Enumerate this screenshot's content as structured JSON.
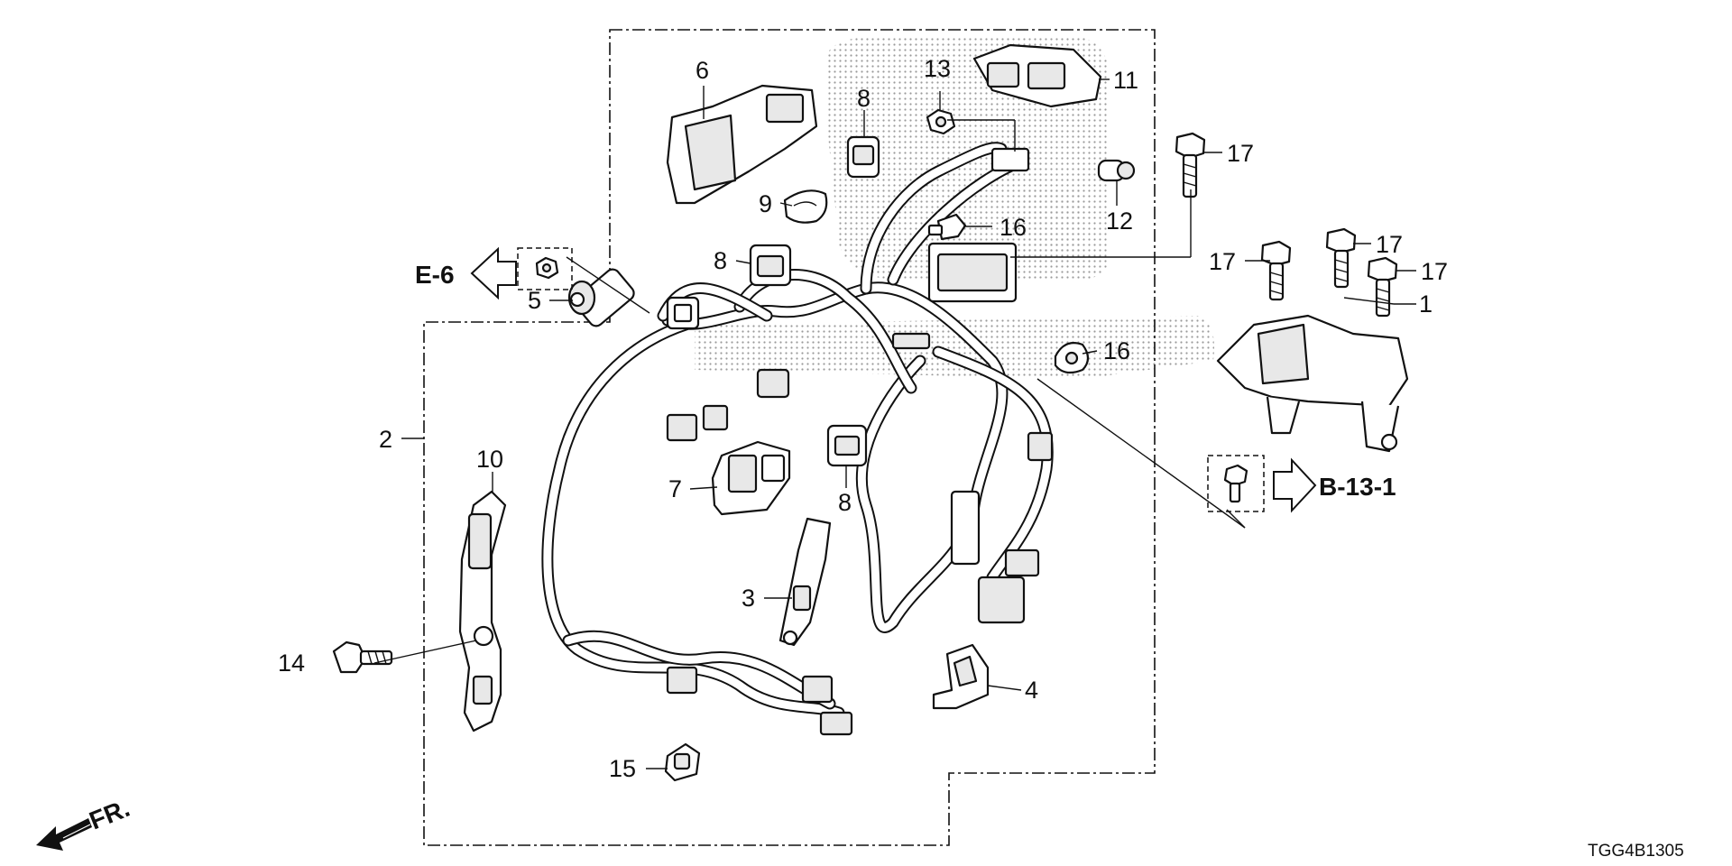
{
  "diagram": {
    "callouts": {
      "c1": "1",
      "c2": "2",
      "c3": "3",
      "c4": "4",
      "c5": "5",
      "c6": "6",
      "c7": "7",
      "c8a": "8",
      "c8b": "8",
      "c8c": "8",
      "c9": "9",
      "c10": "10",
      "c11": "11",
      "c12": "12",
      "c13": "13",
      "c14": "14",
      "c15": "15",
      "c16a": "16",
      "c16b": "16",
      "c17a": "17",
      "c17b": "17",
      "c17c": "17",
      "c17d": "17"
    },
    "refs": {
      "left_ref": "E-6",
      "right_ref": "B-13-1",
      "front": "FR."
    },
    "diagram_code": "TGG4B1305"
  }
}
